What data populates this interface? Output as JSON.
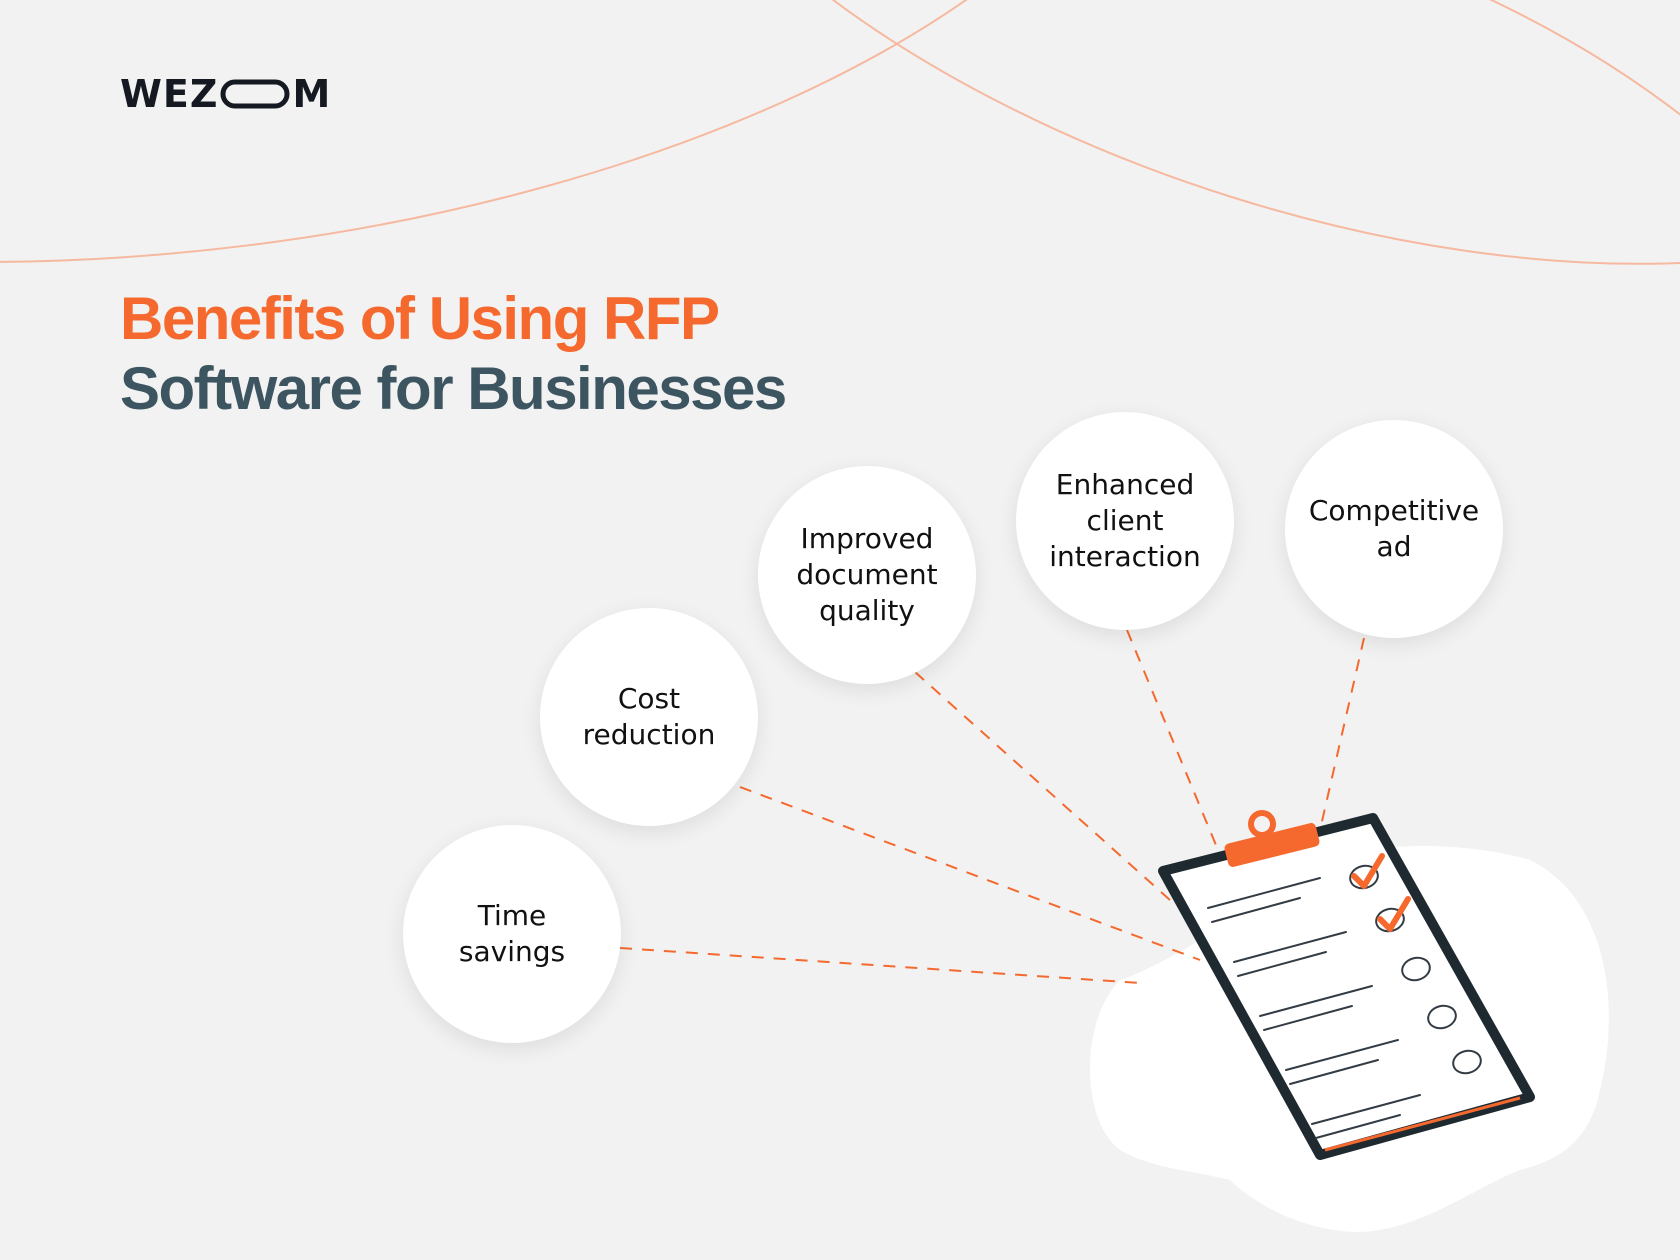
{
  "brand": {
    "logo_left": "WEZ",
    "logo_right": "M"
  },
  "title": {
    "line1": "Benefits of Using RFP",
    "line2": "Software for Businesses"
  },
  "benefits": [
    {
      "label": "Time savings"
    },
    {
      "label": "Cost reduction"
    },
    {
      "label": "Improved document quality"
    },
    {
      "label": "Enhanced client interaction"
    },
    {
      "label": "Competitive ad"
    }
  ],
  "colors": {
    "accent_orange": "#f5692e",
    "title_slate": "#3d5560",
    "background": "#f2f2f2",
    "clipboard_frame": "#1f2a30",
    "arc_line": "#f6b9a0"
  },
  "icons": {
    "clipboard": "clipboard-checklist-icon",
    "check": "check-icon"
  },
  "checklist": {
    "items_total": 5,
    "items_checked": 2
  }
}
